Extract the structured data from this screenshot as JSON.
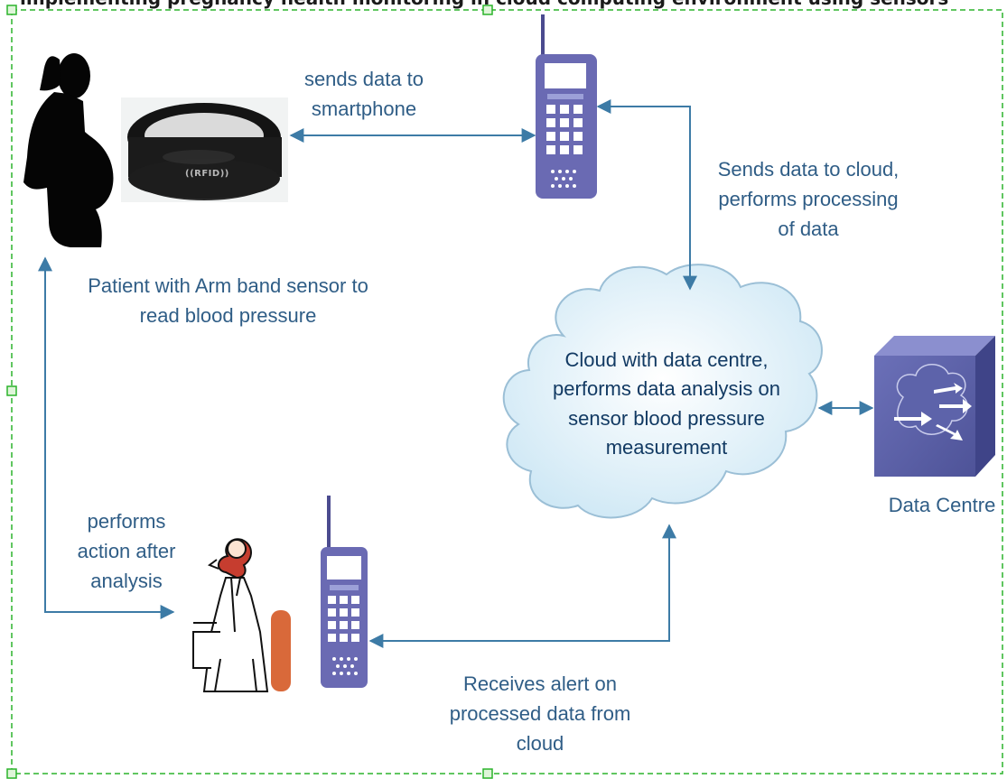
{
  "header": {
    "clipped_text": "implementing pregnancy health monitoring in cloud computing environment using sensors"
  },
  "colors": {
    "selection_border": "#2bb32b",
    "arrow": "#3d7ba6",
    "label_text": "#2f5d86",
    "cloud_fill": "#d4ecf7",
    "phone_fill": "#6a6ab3",
    "data_centre_fill": "#5b60a6"
  },
  "icons": {
    "patient": "pregnant-woman-silhouette-icon",
    "armband": "rfid-wristband-icon",
    "phone_top": "mobile-phone-icon",
    "phone_bottom": "mobile-phone-icon",
    "doctor": "doctor-icon",
    "cloud": "cloud-icon",
    "data_centre": "data-centre-icon"
  },
  "badge": {
    "text": "((RFID))"
  },
  "labels": {
    "sends_to_phone": "sends data to\nsmartphone",
    "sends_to_cloud": "Sends data to cloud,\nperforms processing\nof data",
    "patient": "Patient with Arm band sensor to\nread blood pressure",
    "cloud": "Cloud with data centre,\nperforms data analysis on\nsensor blood pressure\nmeasurement",
    "data_centre": "Data Centre",
    "doctor_action": "performs\naction after\nanalysis",
    "alert": "Receives alert on\nprocessed data from\ncloud"
  }
}
